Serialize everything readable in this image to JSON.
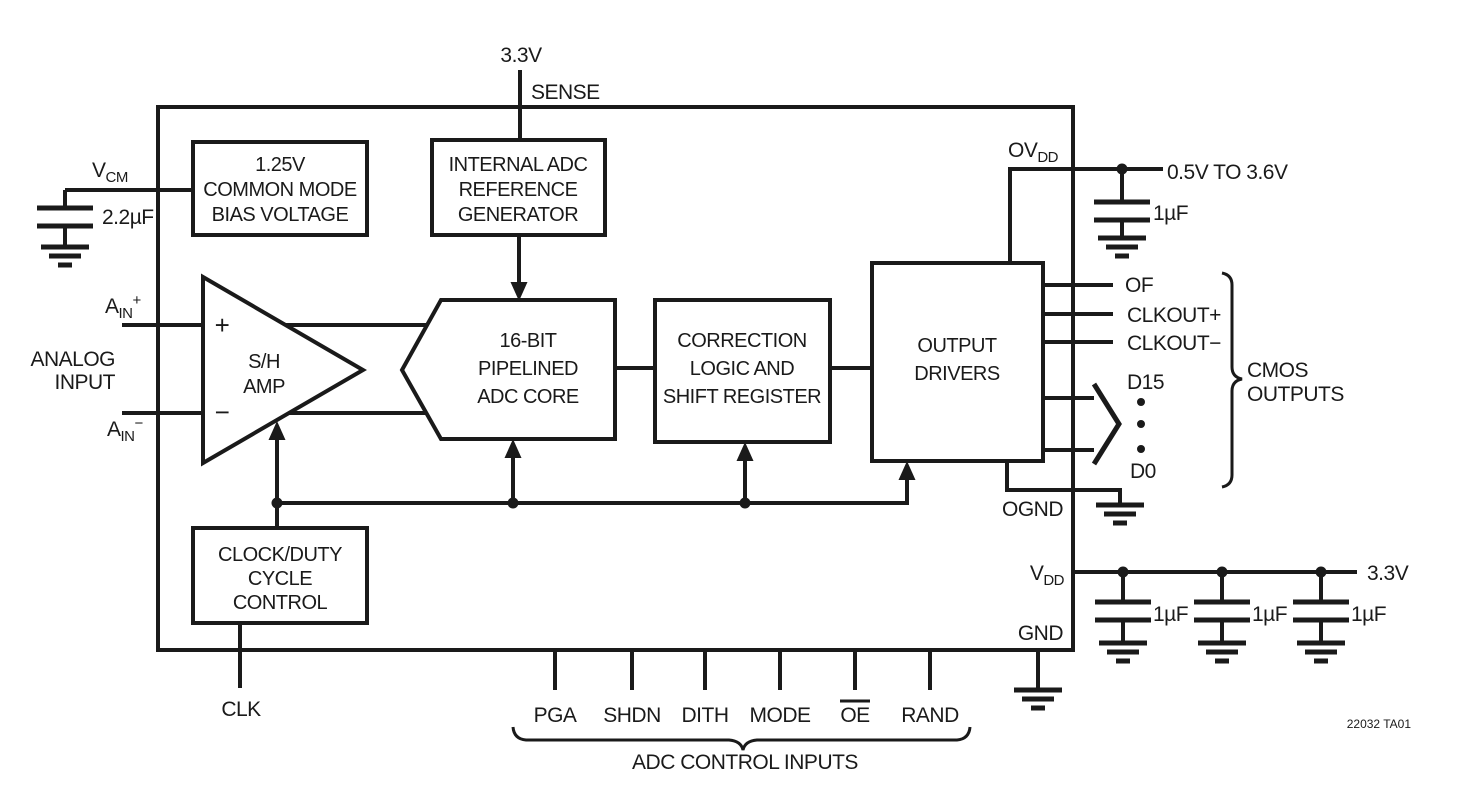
{
  "note": "22032 TA01",
  "top": {
    "supply": "3.3V",
    "sense": "SENSE"
  },
  "left": {
    "vcm": {
      "base": "V",
      "sub": "CM"
    },
    "vcm_cap": "2.2µF",
    "ain_p": {
      "base": "A",
      "sub": "IN",
      "sup": "+"
    },
    "ain_n": {
      "base": "A",
      "sub": "IN",
      "sup": "−"
    },
    "analog_input": {
      "line1": "ANALOG",
      "line2": "INPUT"
    },
    "clk": "CLK"
  },
  "blocks": {
    "common_mode": {
      "line1": "1.25V",
      "line2": "COMMON MODE",
      "line3": "BIAS VOLTAGE"
    },
    "ref_gen": {
      "line1": "INTERNAL ADC",
      "line2": "REFERENCE",
      "line3": "GENERATOR"
    },
    "sh_amp": {
      "plus": "+",
      "minus": "−",
      "line1": "S/H",
      "line2": "AMP"
    },
    "adc_core": {
      "line1": "16-BIT",
      "line2": "PIPELINED",
      "line3": "ADC CORE"
    },
    "correction": {
      "line1": "CORRECTION",
      "line2": "LOGIC AND",
      "line3": "SHIFT REGISTER"
    },
    "output_drivers": {
      "line1": "OUTPUT",
      "line2": "DRIVERS"
    },
    "clock_ctrl": {
      "line1": "CLOCK/DUTY",
      "line2": "CYCLE",
      "line3": "CONTROL"
    }
  },
  "right": {
    "ovdd": {
      "base": "OV",
      "sub": "DD"
    },
    "ovdd_range": "0.5V TO 3.6V",
    "ovdd_cap": "1µF",
    "of": "OF",
    "clkout_p": "CLKOUT+",
    "clkout_n": "CLKOUT−",
    "d15": "D15",
    "d0": "D0",
    "cmos": {
      "line1": "CMOS",
      "line2": "OUTPUTS"
    },
    "ognd": "OGND",
    "vdd": {
      "base": "V",
      "sub": "DD"
    },
    "vdd_supply": "3.3V",
    "vdd_cap1": "1µF",
    "vdd_cap2": "1µF",
    "vdd_cap3": "1µF",
    "gnd": "GND"
  },
  "bottom": {
    "controls": [
      "PGA",
      "SHDN",
      "DITH",
      "MODE",
      "OE",
      "RAND"
    ],
    "caption": "ADC CONTROL INPUTS"
  },
  "colors": {
    "ink": "#1a1a1a",
    "background": "#ffffff"
  }
}
